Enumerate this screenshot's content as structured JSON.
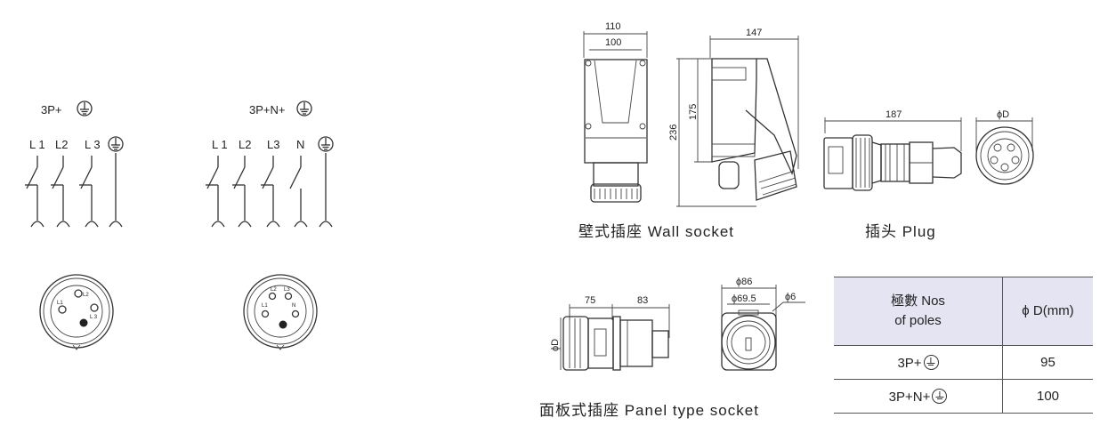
{
  "schematic_3p_e": {
    "title": "3P+",
    "poles": [
      "L 1",
      "L2",
      "L 3"
    ],
    "face_labels": [
      "L1",
      "L2",
      "L 3"
    ]
  },
  "schematic_3p_n_e": {
    "title": "3P+N+",
    "poles": [
      "L 1",
      "L2",
      "L3",
      "N"
    ],
    "face_labels": [
      "L2",
      "L3",
      "L1",
      "N"
    ]
  },
  "wall_socket": {
    "caption": "壁式插座 Wall socket",
    "dims": {
      "width_outer": "110",
      "width_inner": "100",
      "depth": "147",
      "mount_height": "175",
      "height": "236"
    }
  },
  "plug": {
    "caption": "插头 Plug",
    "dims": {
      "length": "187",
      "diameter": "ϕD"
    }
  },
  "panel_socket": {
    "caption": "面板式插座  Panel type socket",
    "dims": {
      "front": "75",
      "rear": "83",
      "diameter": "ϕD",
      "flange": "ϕ86",
      "hole_pitch": "ϕ69.5",
      "hole": "ϕ6"
    }
  },
  "spec_table": {
    "header": {
      "poles_line1": "極數 Nos",
      "poles_line2": "of poles",
      "diameter": "ϕ D(mm)"
    },
    "rows": [
      {
        "poles": "3P+",
        "diameter": "95"
      },
      {
        "poles": "3P+N+",
        "diameter": "100"
      }
    ]
  },
  "colors": {
    "header_bg": "#e4e4f2",
    "line": "#333333"
  }
}
